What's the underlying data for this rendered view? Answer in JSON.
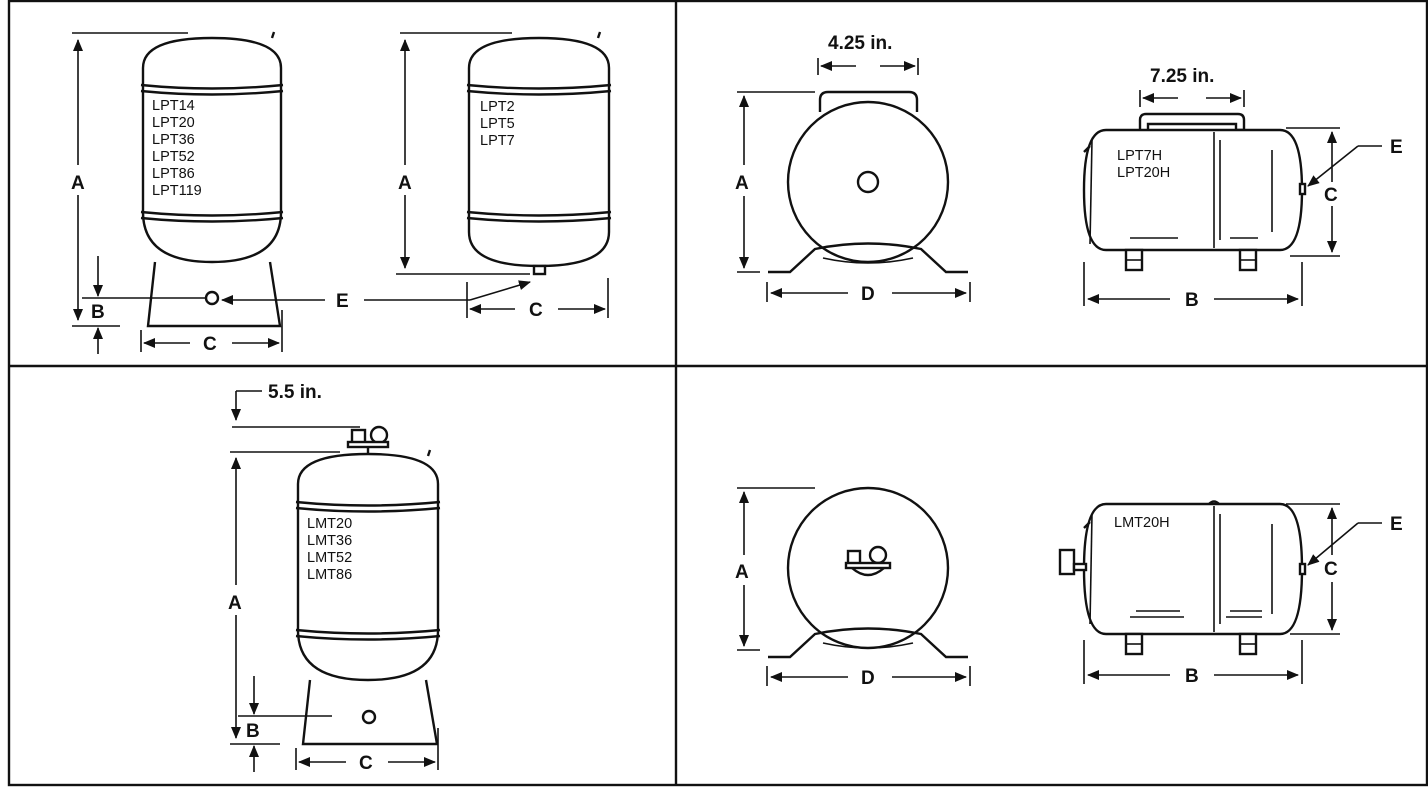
{
  "colors": {
    "ink": "#111111",
    "paper": "#ffffff"
  },
  "panels": {
    "vertical_lpt": {
      "tall_tank": {
        "models": [
          "LPT14",
          "LPT20",
          "LPT36",
          "LPT52",
          "LPT86",
          "LPT119"
        ]
      },
      "small_tank": {
        "models": [
          "LPT2",
          "LPT5",
          "LPT7"
        ]
      },
      "labels": {
        "a1": "A",
        "a2": "A",
        "b": "B",
        "c1": "C",
        "c2": "C",
        "e": "E"
      }
    },
    "horizontal_lpt": {
      "end_view": {
        "handle_width": "4.25 in.",
        "a": "A",
        "d": "D"
      },
      "side_view": {
        "handle_width": "7.25 in.",
        "models": [
          "LPT7H",
          "LPT20H"
        ],
        "b": "B",
        "c": "C",
        "e": "E"
      }
    },
    "vertical_lmt": {
      "gauge_clearance": "5.5 in.",
      "models": [
        "LMT20",
        "LMT36",
        "LMT52",
        "LMT86"
      ],
      "labels": {
        "a": "A",
        "b": "B",
        "c": "C"
      }
    },
    "horizontal_lmt": {
      "end_view": {
        "a": "A",
        "d": "D"
      },
      "side_view": {
        "models": [
          "LMT20H"
        ],
        "b": "B",
        "c": "C",
        "e": "E"
      }
    }
  }
}
